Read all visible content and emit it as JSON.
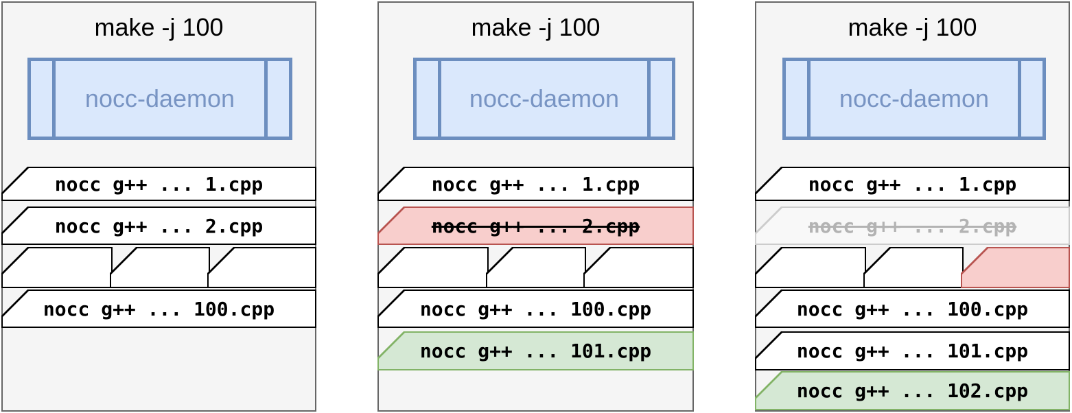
{
  "panels": [
    {
      "title": "make -j 100",
      "daemon_label": "nocc-daemon",
      "jobs": [
        {
          "label": "nocc g++ ... 1.cpp",
          "status": "queued"
        },
        {
          "label": "nocc g++ ... 2.cpp",
          "status": "queued"
        },
        {
          "label": "",
          "status": "more-jobs-placeholder"
        },
        {
          "label": "nocc g++ ... 100.cpp",
          "status": "queued"
        }
      ]
    },
    {
      "title": "make -j 100",
      "daemon_label": "nocc-daemon",
      "jobs": [
        {
          "label": "nocc g++ ... 1.cpp",
          "status": "queued"
        },
        {
          "label": "nocc g++ ... 2.cpp",
          "status": "cancelled-strikethrough"
        },
        {
          "label": "",
          "status": "more-jobs-placeholder"
        },
        {
          "label": "nocc g++ ... 100.cpp",
          "status": "queued"
        },
        {
          "label": "nocc g++ ... 101.cpp",
          "status": "newly-added-green"
        }
      ]
    },
    {
      "title": "make -j 100",
      "daemon_label": "nocc-daemon",
      "jobs": [
        {
          "label": "nocc g++ ... 1.cpp",
          "status": "queued"
        },
        {
          "label": "nocc g++ ... 2.cpp",
          "status": "removed-ghost-strikethrough"
        },
        {
          "label": "",
          "status": "more-jobs-placeholder-with-red-slot"
        },
        {
          "label": "nocc g++ ... 100.cpp",
          "status": "queued"
        },
        {
          "label": "nocc g++ ... 101.cpp",
          "status": "queued"
        },
        {
          "label": "nocc g++ ... 102.cpp",
          "status": "newly-added-green"
        }
      ]
    }
  ],
  "colors": {
    "panel_bg": "#f5f5f5",
    "panel_border": "#666666",
    "row_fill": "#ffffff",
    "row_stroke": "#000000",
    "daemon_fill": "#dae8fc",
    "daemon_stroke": "#6c8ebf",
    "daemon_text": "#7894c3",
    "cancelled_fill": "#f8cecc",
    "cancelled_stroke": "#b85450",
    "new_fill": "#d5e8d4",
    "new_stroke": "#82b366",
    "ghost_stroke": "#cccccc",
    "ghost_text": "#b3b3b3"
  }
}
